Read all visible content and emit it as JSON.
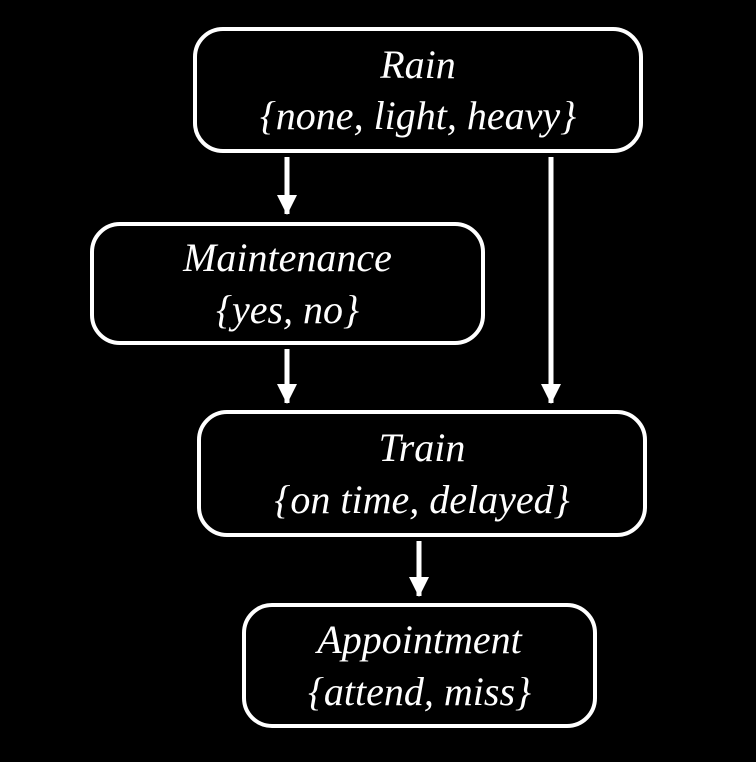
{
  "diagram": {
    "type": "bayesian-network",
    "nodes": {
      "rain": {
        "title": "Rain",
        "domain": "{none, light, heavy}"
      },
      "maintenance": {
        "title": "Maintenance",
        "domain": "{yes, no}"
      },
      "train": {
        "title": "Train",
        "domain": "{on time, delayed}"
      },
      "appointment": {
        "title": "Appointment",
        "domain": "{attend, miss}"
      }
    },
    "edges": [
      {
        "from": "Rain",
        "to": "Maintenance"
      },
      {
        "from": "Rain",
        "to": "Train"
      },
      {
        "from": "Maintenance",
        "to": "Train"
      },
      {
        "from": "Train",
        "to": "Appointment"
      }
    ]
  },
  "colors": {
    "background": "#000000",
    "node-border": "#ffffff",
    "text": "#ffffff",
    "arrow": "#ffffff"
  }
}
